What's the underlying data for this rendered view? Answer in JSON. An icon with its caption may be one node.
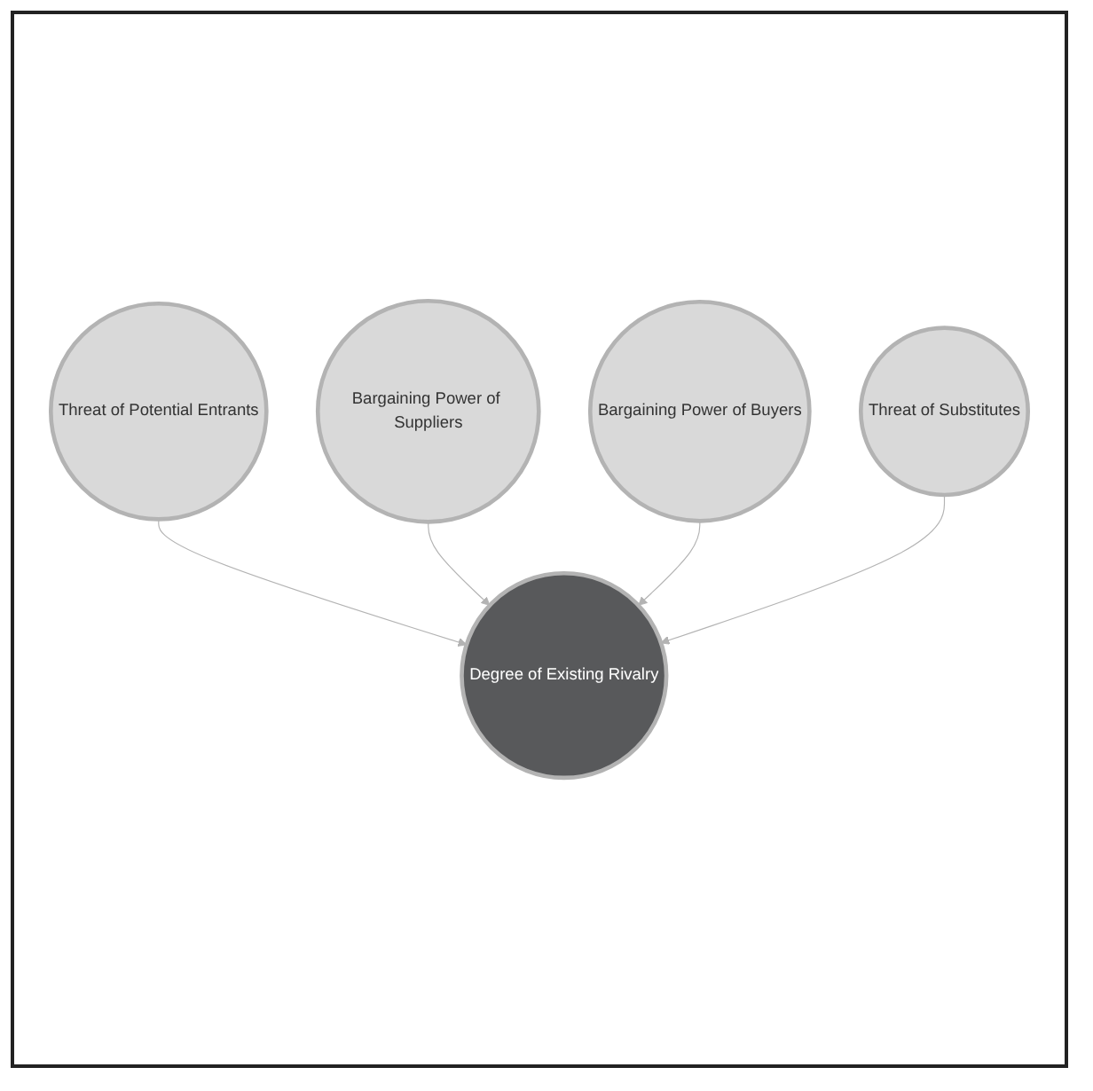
{
  "diagram": {
    "nodes": [
      {
        "text": [
          "Threat of Potential Entrants"
        ]
      },
      {
        "text": [
          "Bargaining Power of Suppliers"
        ]
      },
      {
        "text": [
          "Degree of Existing Rivalry"
        ]
      },
      {
        "text": [
          "Bargaining Power of Buyers"
        ]
      },
      {
        "text": [
          "Threat of Substitutes"
        ]
      }
    ],
    "edges": [
      {
        "from": 0,
        "to": 2,
        "arrow": "to"
      },
      {
        "from": 1,
        "to": 2,
        "arrow": "to"
      },
      {
        "from": 3,
        "to": 2,
        "arrow": "to"
      },
      {
        "from": 4,
        "to": 2,
        "arrow": "to"
      }
    ]
  }
}
